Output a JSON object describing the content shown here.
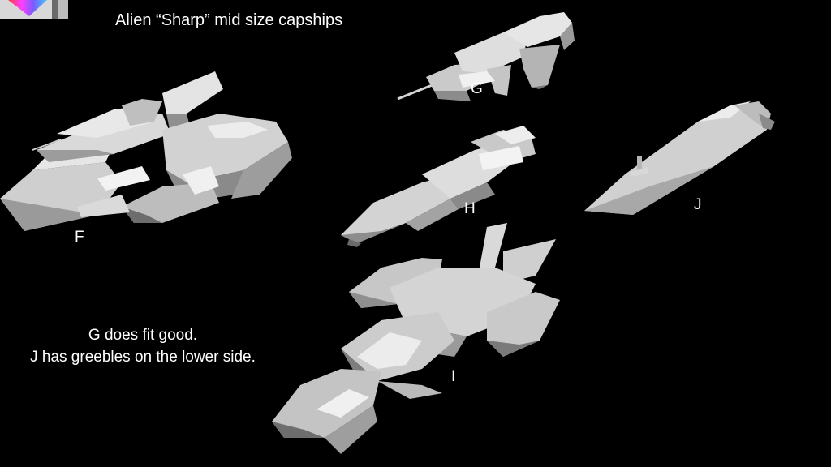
{
  "title": "Alien “Sharp” mid size capships",
  "notes": [
    "G does fit good.",
    "J has greebles on the lower side."
  ],
  "ships": [
    {
      "label": "F"
    },
    {
      "label": "G"
    },
    {
      "label": "H"
    },
    {
      "label": "I"
    },
    {
      "label": "J"
    }
  ],
  "icons": {
    "corner": "color-wheel-thumbnail-icon"
  },
  "colors": {
    "background": "#000000",
    "hull_light": "#e2e2e2",
    "hull_mid": "#bdbdbd",
    "hull_dark": "#8e8e8e",
    "hull_shadow": "#5e5e5e",
    "text": "#ffffff"
  }
}
